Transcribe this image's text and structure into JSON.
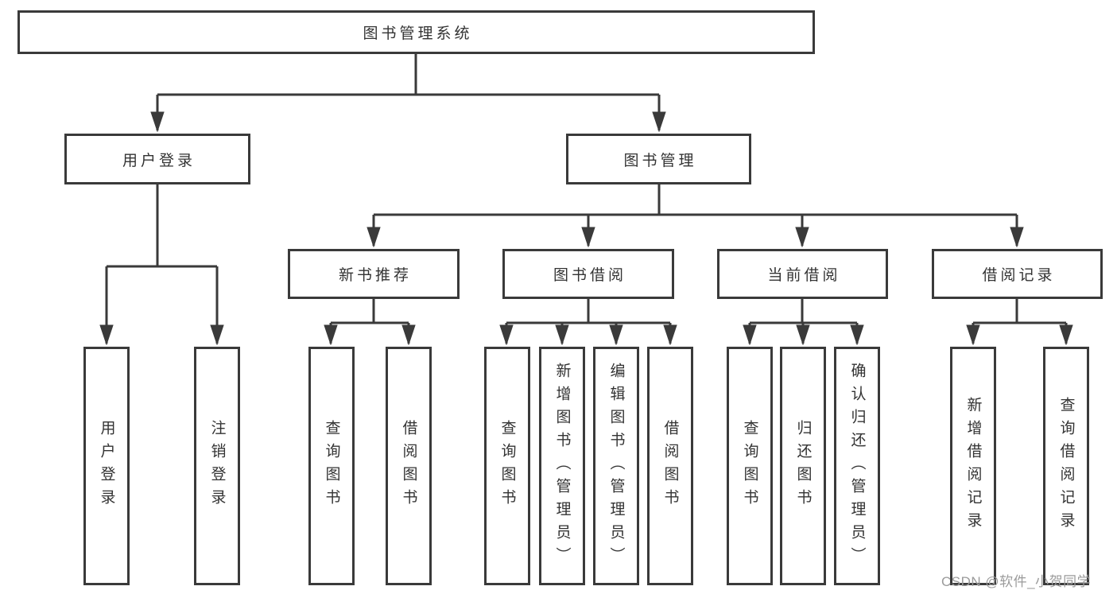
{
  "page": {
    "background": "#ffffff"
  },
  "diagram": {
    "colors": {
      "line": "#3a3a3a",
      "box_border": "#3a3a3a",
      "box_fill": "#ffffff",
      "text": "#333333"
    },
    "root": {
      "label": "图书管理系统"
    },
    "level2": [
      {
        "label": "用户登录"
      },
      {
        "label": "图书管理"
      }
    ],
    "level3": [
      {
        "label": "新书推荐",
        "parent": "图书管理"
      },
      {
        "label": "图书借阅",
        "parent": "图书管理"
      },
      {
        "label": "当前借阅",
        "parent": "图书管理"
      },
      {
        "label": "借阅记录",
        "parent": "图书管理"
      }
    ],
    "leaves": [
      {
        "label": "用户登录",
        "parent": "用户登录"
      },
      {
        "label": "注销登录",
        "parent": "用户登录"
      },
      {
        "label": "查询图书",
        "parent": "新书推荐"
      },
      {
        "label": "借阅图书",
        "parent": "新书推荐"
      },
      {
        "label": "查询图书",
        "parent": "图书借阅"
      },
      {
        "label": "新增图书（管理员）",
        "parent": "图书借阅"
      },
      {
        "label": "编辑图书（管理员）",
        "parent": "图书借阅"
      },
      {
        "label": "借阅图书",
        "parent": "图书借阅"
      },
      {
        "label": "查询图书",
        "parent": "当前借阅"
      },
      {
        "label": "归还图书",
        "parent": "当前借阅"
      },
      {
        "label": "确认归还（管理员）",
        "parent": "当前借阅"
      },
      {
        "label": "新增借阅记录",
        "parent": "借阅记录"
      },
      {
        "label": "查询借阅记录",
        "parent": "借阅记录"
      }
    ]
  },
  "watermark": {
    "text": "CSDN @软件_小贺同学",
    "color": "#9b9b9b"
  }
}
